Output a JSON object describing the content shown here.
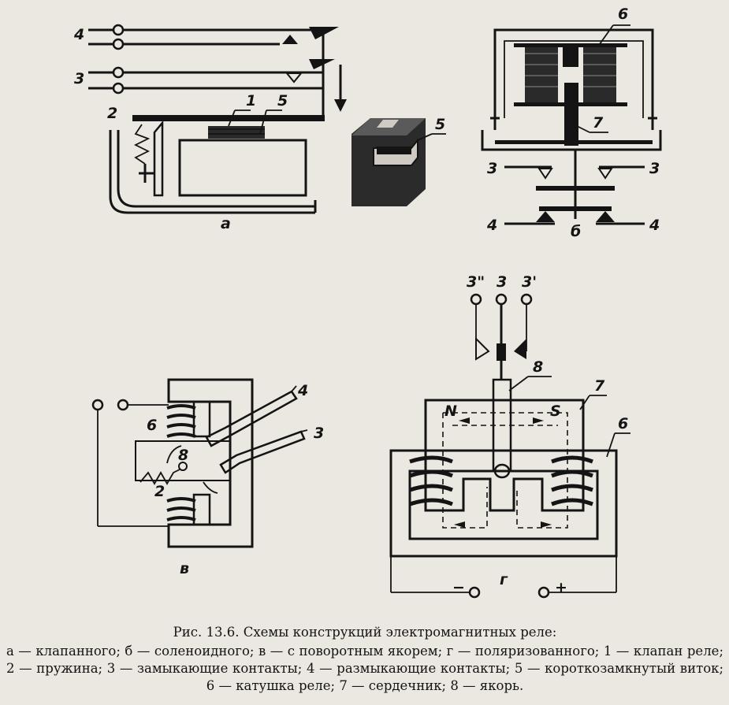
{
  "figure": {
    "title": "Рис. 13.6. Схемы конструкций электромагнитных реле:",
    "legend": "а — клапанного; б — соленоидного; в — с поворотным якорем; г — поляризованного; 1 — клапан реле; 2 — пружина; 3 — замыкающие контакты; 4 — размыкающие контакты; 5 — короткозамкнутый виток; 6 — катушка реле; 7 — сердечник; 8 — якорь."
  },
  "panels": {
    "a": {
      "letter": "а",
      "labels": {
        "contact4": "4",
        "contact3": "3",
        "spring": "2",
        "armature": "1",
        "shorted_turn": "5",
        "shorted_turn_detail": "5"
      }
    },
    "b": {
      "letter": "б",
      "labels": {
        "coil": "6",
        "core": "7",
        "contact3_left": "3",
        "contact3_right": "3",
        "contact4_left": "4",
        "contact4_right": "4"
      }
    },
    "v": {
      "letter": "в",
      "labels": {
        "coil_top": "6",
        "pivot": "8",
        "spring": "2",
        "contact4": "4",
        "contact3": "3"
      }
    },
    "g": {
      "letter": "г",
      "labels": {
        "term_left": "3\"",
        "term_mid": "3",
        "term_right": "3'",
        "armature": "8",
        "core": "7",
        "coil": "6",
        "pole_n": "N",
        "pole_s": "S",
        "minus": "−",
        "plus": "+"
      }
    }
  },
  "colors": {
    "ink": "#141414",
    "paper": "#ebe7e1"
  }
}
